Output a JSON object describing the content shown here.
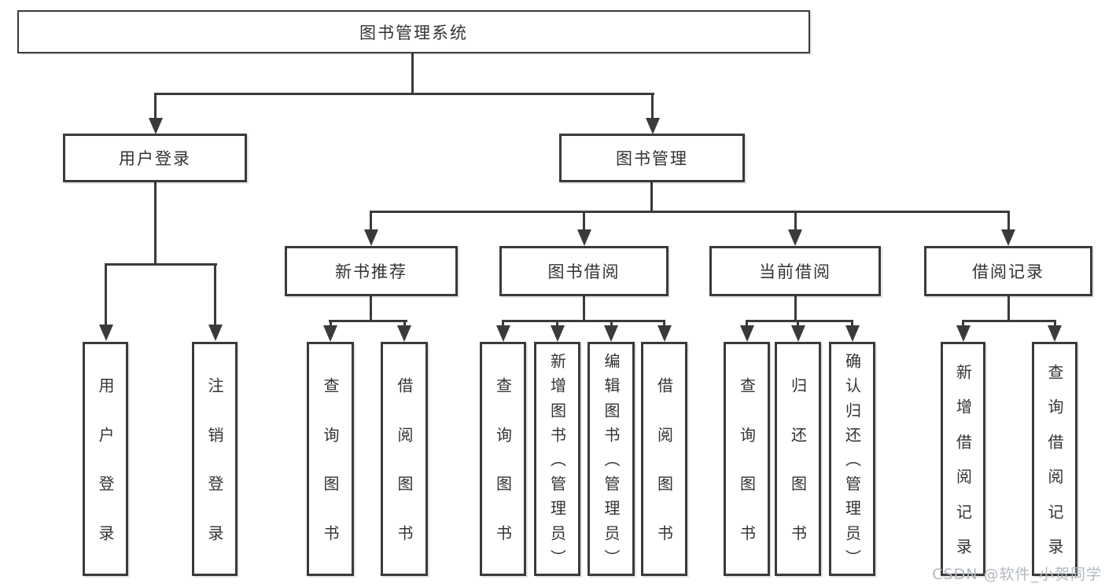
{
  "nodes": {
    "root": "图书管理系统",
    "user_login": "用户登录",
    "book_mgmt": "图书管理",
    "new_book_rec": "新书推荐",
    "book_borrow": "图书借阅",
    "current_borrow": "当前借阅",
    "borrow_records": "借阅记录",
    "leaf_user_login": "用户登录",
    "leaf_logout": "注销登录",
    "leaf_query_book_rec": "查询图书",
    "leaf_borrow_book_rec": "借阅图书",
    "leaf_query_book_borrow": "查询图书",
    "leaf_add_book": "新增图书（管理员）",
    "leaf_edit_book": "编辑图书（管理员）",
    "leaf_borrow_book": "借阅图书",
    "leaf_query_book_current": "查询图书",
    "leaf_return_book": "归还图书",
    "leaf_confirm_return": "确认归还（管理员）",
    "leaf_add_borrow_record": "新增借阅记录",
    "leaf_query_borrow_record": "查询借阅记录"
  },
  "watermark": {
    "text": "CSDN @软件_小贺同学"
  },
  "colors": {
    "ink": "#3a3a3a",
    "text": "#333333",
    "watermark": "#b3b8bf",
    "background": "#ffffff"
  }
}
